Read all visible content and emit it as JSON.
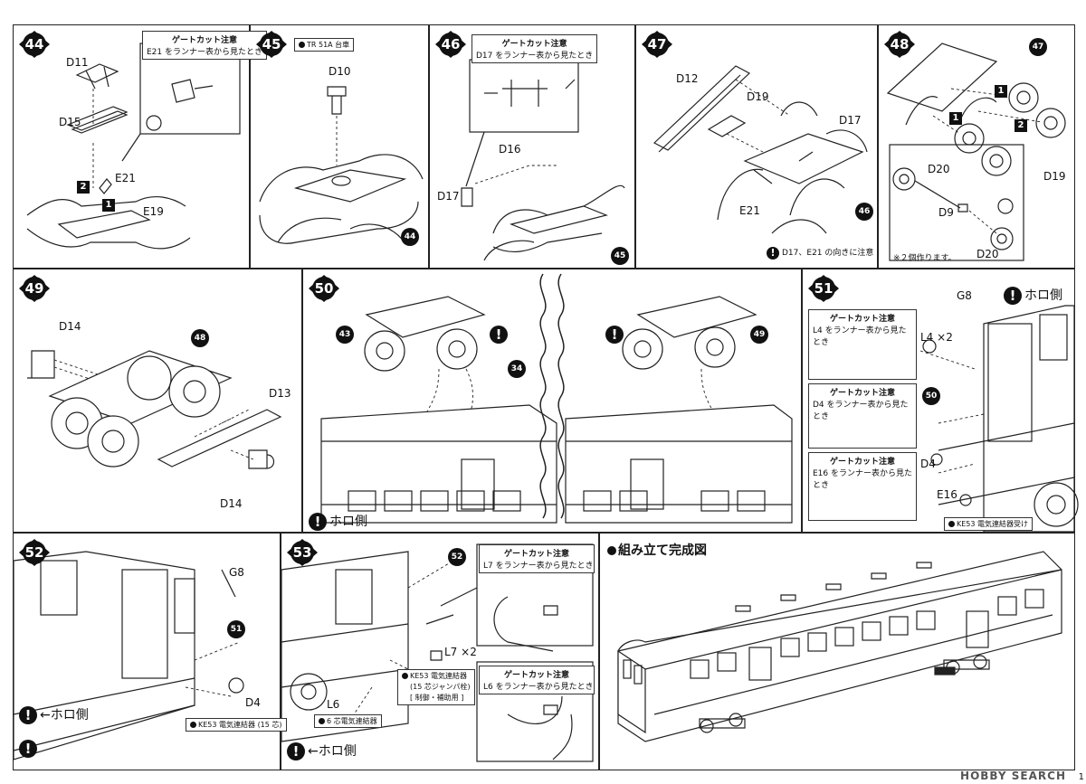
{
  "steps": {
    "s44": {
      "number": "44",
      "labels": {
        "d11": "D11",
        "d15": "D15",
        "e21": "E21",
        "e19": "E19"
      },
      "squares": {
        "a": "2",
        "b": "1"
      },
      "gate_note": {
        "title": "ゲートカット注意",
        "text": "E21 をランナー表から見たとき"
      }
    },
    "s45": {
      "number": "45",
      "tag": "TR 51A 台車",
      "labels": {
        "d10": "D10"
      },
      "ref": "44"
    },
    "s46": {
      "number": "46",
      "gate_note": {
        "title": "ゲートカット注意",
        "text": "D17 をランナー表から見たとき"
      },
      "labels": {
        "d16": "D16",
        "d17": "D17"
      },
      "ref": "45"
    },
    "s47": {
      "number": "47",
      "labels": {
        "d12": "D12",
        "d19": "D19",
        "d17": "D17",
        "e21": "E21"
      },
      "ref": "46",
      "warning": "D17、E21 の向きに注意"
    },
    "s48": {
      "number": "48",
      "ref": "47",
      "squares": {
        "a": "1",
        "b": "1",
        "c": "2"
      },
      "labels": {
        "d19": "D19",
        "d20a": "D20",
        "d9": "D9",
        "d20b": "D20"
      },
      "note": "※２個作ります。"
    },
    "s49": {
      "number": "49",
      "ref": "48",
      "labels": {
        "d14a": "D14",
        "d13": "D13",
        "d14b": "D14"
      }
    },
    "s50": {
      "number": "50",
      "refs": {
        "r43": "43",
        "r34": "34",
        "r49": "49"
      },
      "hood_side": "ホロ側"
    },
    "s51": {
      "number": "51",
      "labels": {
        "g8": "G8",
        "l4": "L4 ×2",
        "d4": "D4",
        "e16": "E16"
      },
      "hood_side": "ホロ側",
      "ref": "50",
      "notes": [
        {
          "title": "ゲートカット注意",
          "text": "L4 をランナー表から見たとき"
        },
        {
          "title": "ゲートカット注意",
          "text": "D4 をランナー表から見たとき"
        },
        {
          "title": "ゲートカット注意",
          "text": "E16 をランナー表から見たとき"
        }
      ],
      "tag": "KE53 電気連結器受け"
    },
    "s52": {
      "number": "52",
      "labels": {
        "g8": "G8",
        "d4": "D4"
      },
      "ref": "51",
      "hood_side": "ホロ側",
      "tag": "KE53 電気連結器 (15 芯)"
    },
    "s53": {
      "number": "53",
      "ref": "52",
      "labels": {
        "l7": "L7 ×2",
        "l6": "L6"
      },
      "hood_side": "ホロ側",
      "notes": [
        {
          "title": "ゲートカット注意",
          "text": "L7 をランナー表から見たとき"
        },
        {
          "title": "ゲートカット注意",
          "text": "L6 をランナー表から見たとき"
        }
      ],
      "tag1": [
        "KE53 電気連結器",
        "(15 芯ジャンパ栓)",
        "[ 制御・補助用 ]"
      ],
      "tag2": "6 芯電気連結器"
    },
    "final": {
      "title": "組み立て完成図"
    }
  },
  "watermark": "HOBBY SEARCH",
  "page_number": "1"
}
